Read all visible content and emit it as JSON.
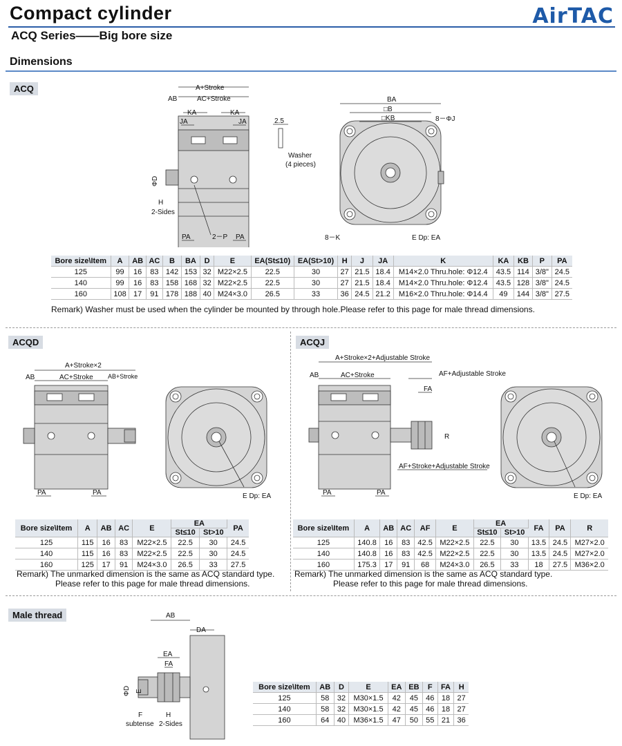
{
  "header": {
    "title": "Compact cylinder",
    "subtitle": "ACQ Series——Big bore size",
    "logo": "AirTAC",
    "section": "Dimensions"
  },
  "colors": {
    "accent": "#2a5da8",
    "tag_bg": "#d7dce3",
    "table_head": "#e3e8ee"
  },
  "acq": {
    "tag": "ACQ",
    "labels": {
      "a_stroke": "A+Stroke",
      "ab": "AB",
      "ac_stroke": "AC+Stroke",
      "ka": "KA",
      "ja": "JA",
      "phi_d": "ΦD",
      "h": "H",
      "two_sides": "2-Sides",
      "pa": "PA",
      "two_p": "2－P",
      "washer_dim": "2.5",
      "washer": "Washer",
      "four_pieces": "(4 pieces)",
      "ba": "BA",
      "b": "□B",
      "kb": "□KB",
      "eight_phi_j": "8－ΦJ",
      "eight_k": "8－K",
      "e_dp_ea": "E Dp: EA"
    },
    "table": {
      "headers": [
        "Bore size\\Item",
        "A",
        "AB",
        "AC",
        "B",
        "BA",
        "D",
        "E",
        "EA(St≤10)",
        "EA(St>10)",
        "H",
        "J",
        "JA",
        "K",
        "KA",
        "KB",
        "P",
        "PA"
      ],
      "rows": [
        [
          "125",
          "99",
          "16",
          "83",
          "142",
          "153",
          "32",
          "M22×2.5",
          "22.5",
          "30",
          "27",
          "21.5",
          "18.4",
          "M14×2.0 Thru.hole: Φ12.4",
          "43.5",
          "114",
          "3/8\"",
          "24.5"
        ],
        [
          "140",
          "99",
          "16",
          "83",
          "158",
          "168",
          "32",
          "M22×2.5",
          "22.5",
          "30",
          "27",
          "21.5",
          "18.4",
          "M14×2.0 Thru.hole: Φ12.4",
          "43.5",
          "128",
          "3/8\"",
          "24.5"
        ],
        [
          "160",
          "108",
          "17",
          "91",
          "178",
          "188",
          "40",
          "M24×3.0",
          "26.5",
          "33",
          "36",
          "24.5",
          "21.2",
          "M16×2.0 Thru.hole: Φ14.4",
          "49",
          "144",
          "3/8\"",
          "27.5"
        ]
      ]
    },
    "remark": "Remark)  Washer must be used when the cylinder be mounted by through hole.Please refer to this page for male thread dimensions."
  },
  "acqd": {
    "tag": "ACQD",
    "labels": {
      "a_stroke2": "A+Stroke×2",
      "ab": "AB",
      "ac_stroke": "AC+Stroke",
      "ab_stroke": "AB+Stroke",
      "pa": "PA",
      "e_dp_ea": "E Dp: EA"
    },
    "table": {
      "headers": [
        "Bore size\\Item",
        "A",
        "AB",
        "AC",
        "E",
        "EA",
        "PA"
      ],
      "subheaders": [
        "St≤10",
        "St>10"
      ],
      "rows": [
        [
          "125",
          "115",
          "16",
          "83",
          "M22×2.5",
          "22.5",
          "30",
          "24.5"
        ],
        [
          "140",
          "115",
          "16",
          "83",
          "M22×2.5",
          "22.5",
          "30",
          "24.5"
        ],
        [
          "160",
          "125",
          "17",
          "91",
          "M24×3.0",
          "26.5",
          "33",
          "27.5"
        ]
      ]
    },
    "remark1": "Remark)  The unmarked dimension is the same as ACQ standard type.",
    "remark2": "Please refer to this page for male thread dimensions."
  },
  "acqj": {
    "tag": "ACQJ",
    "labels": {
      "a_stroke_adj": "A+Stroke×2+Adjustable Stroke",
      "ab": "AB",
      "ac_stroke": "AC+Stroke",
      "af_adj": "AF+Adjustable Stroke",
      "fa": "FA",
      "r": "R",
      "af_stroke_adj": "AF+Stroke+Adjustable Stroke",
      "pa": "PA",
      "e_dp_ea": "E Dp: EA"
    },
    "table": {
      "headers": [
        "Bore size\\Item",
        "A",
        "AB",
        "AC",
        "AF",
        "E",
        "EA",
        "FA",
        "PA",
        "R"
      ],
      "subheaders": [
        "St≤10",
        "St>10"
      ],
      "rows": [
        [
          "125",
          "140.8",
          "16",
          "83",
          "42.5",
          "M22×2.5",
          "22.5",
          "30",
          "13.5",
          "24.5",
          "M27×2.0"
        ],
        [
          "140",
          "140.8",
          "16",
          "83",
          "42.5",
          "M22×2.5",
          "22.5",
          "30",
          "13.5",
          "24.5",
          "M27×2.0"
        ],
        [
          "160",
          "175.3",
          "17",
          "91",
          "68",
          "M24×3.0",
          "26.5",
          "33",
          "18",
          "27.5",
          "M36×2.0"
        ]
      ]
    },
    "remark1": "Remark)  The unmarked dimension is the same as ACQ standard type.",
    "remark2": "Please refer to this page for male thread dimensions."
  },
  "male": {
    "tag": "Male thread",
    "labels": {
      "ab": "AB",
      "da": "DA",
      "ea": "EA",
      "fa": "FA",
      "phi_d": "ΦD",
      "e": "E",
      "f": "F",
      "subtense": "subtense",
      "h": "H",
      "two_sides": "2-Sides"
    },
    "table": {
      "headers": [
        "Bore size\\Item",
        "AB",
        "D",
        "E",
        "EA",
        "EB",
        "F",
        "FA",
        "H"
      ],
      "rows": [
        [
          "125",
          "58",
          "32",
          "M30×1.5",
          "42",
          "45",
          "46",
          "18",
          "27"
        ],
        [
          "140",
          "58",
          "32",
          "M30×1.5",
          "42",
          "45",
          "46",
          "18",
          "27"
        ],
        [
          "160",
          "64",
          "40",
          "M36×1.5",
          "47",
          "50",
          "55",
          "21",
          "36"
        ]
      ]
    }
  }
}
